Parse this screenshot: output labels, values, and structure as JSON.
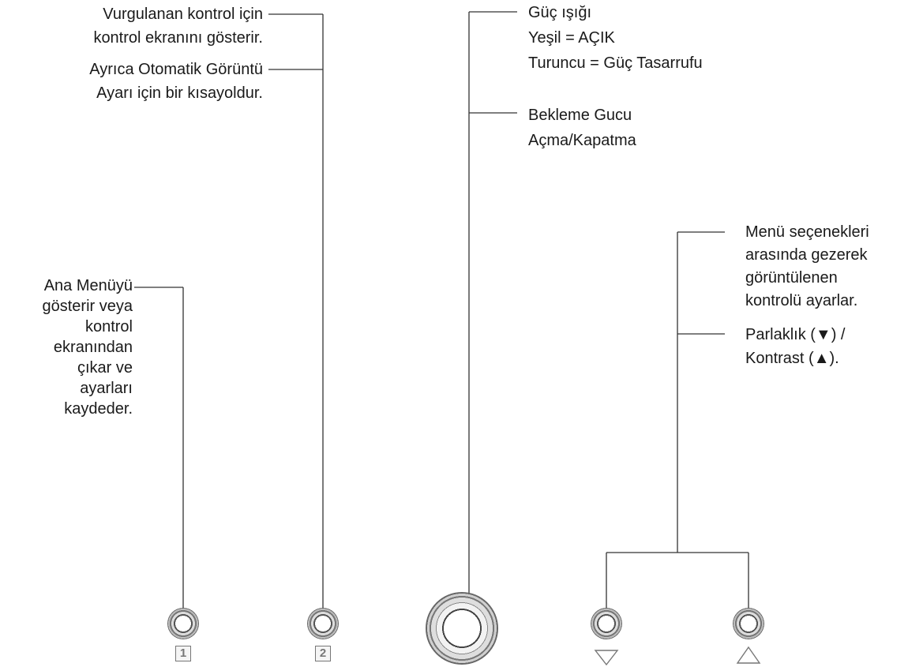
{
  "labels": {
    "button2_line1": "Vurgulanan kontrol için",
    "button2_line2": "kontrol ekranını gösterir.",
    "button2_line3": "Ayrıca Otomatik Görüntü",
    "button2_line4": "Ayarı için bir kısayoldur.",
    "power_light_title": "Güç ışığı",
    "power_light_green": "Yeşil = AÇIK",
    "power_light_orange": "Turuncu = Güç Tasarrufu",
    "standby_line1": "Bekleme Gucu",
    "standby_line2": "Açma/Kapatma",
    "menu": [
      "Ana Menüyü",
      "gösterir veya",
      "kontrol",
      "ekranından",
      "çıkar ve",
      "ayarları",
      "kaydeder."
    ],
    "nav": [
      "Menü seçenekleri",
      "arasında gezerek",
      "görüntülenen",
      "kontrolü ayarlar."
    ],
    "shortcut_line1": "Parlaklık (▼) /",
    "shortcut_line2": "Kontrast  (▲)."
  },
  "keys": {
    "button1": "1",
    "button2": "2"
  },
  "icons": {
    "down": "down-triangle-outline-icon",
    "up": "up-triangle-outline-icon"
  }
}
